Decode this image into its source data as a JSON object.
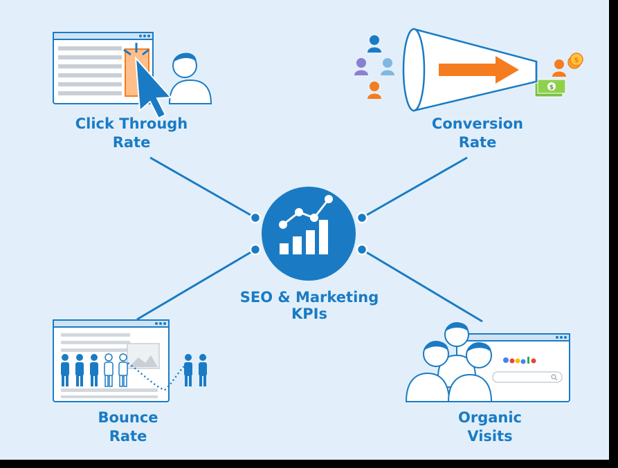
{
  "center": {
    "line1": "SEO & Marketing",
    "line2": "KPIs"
  },
  "kpis": [
    {
      "key": "ctr",
      "line1": "Click Through",
      "line2": "Rate"
    },
    {
      "key": "conversion",
      "line1": "Conversion",
      "line2": "Rate"
    },
    {
      "key": "bounce",
      "line1": "Bounce",
      "line2": "Rate"
    },
    {
      "key": "organic",
      "line1": "Organic",
      "line2": "Visits"
    }
  ],
  "colors": {
    "background": "#e2effa",
    "primary_blue": "#1a7bc4",
    "accent_orange": "#f57c1f",
    "money_green": "#7bc043"
  },
  "icons": {
    "center": "growth-chart-icon",
    "ctr": "browser-click-icon",
    "conversion": "megaphone-funnel-icon",
    "bounce": "bouncing-visitors-icon",
    "organic": "search-visitors-icon"
  }
}
